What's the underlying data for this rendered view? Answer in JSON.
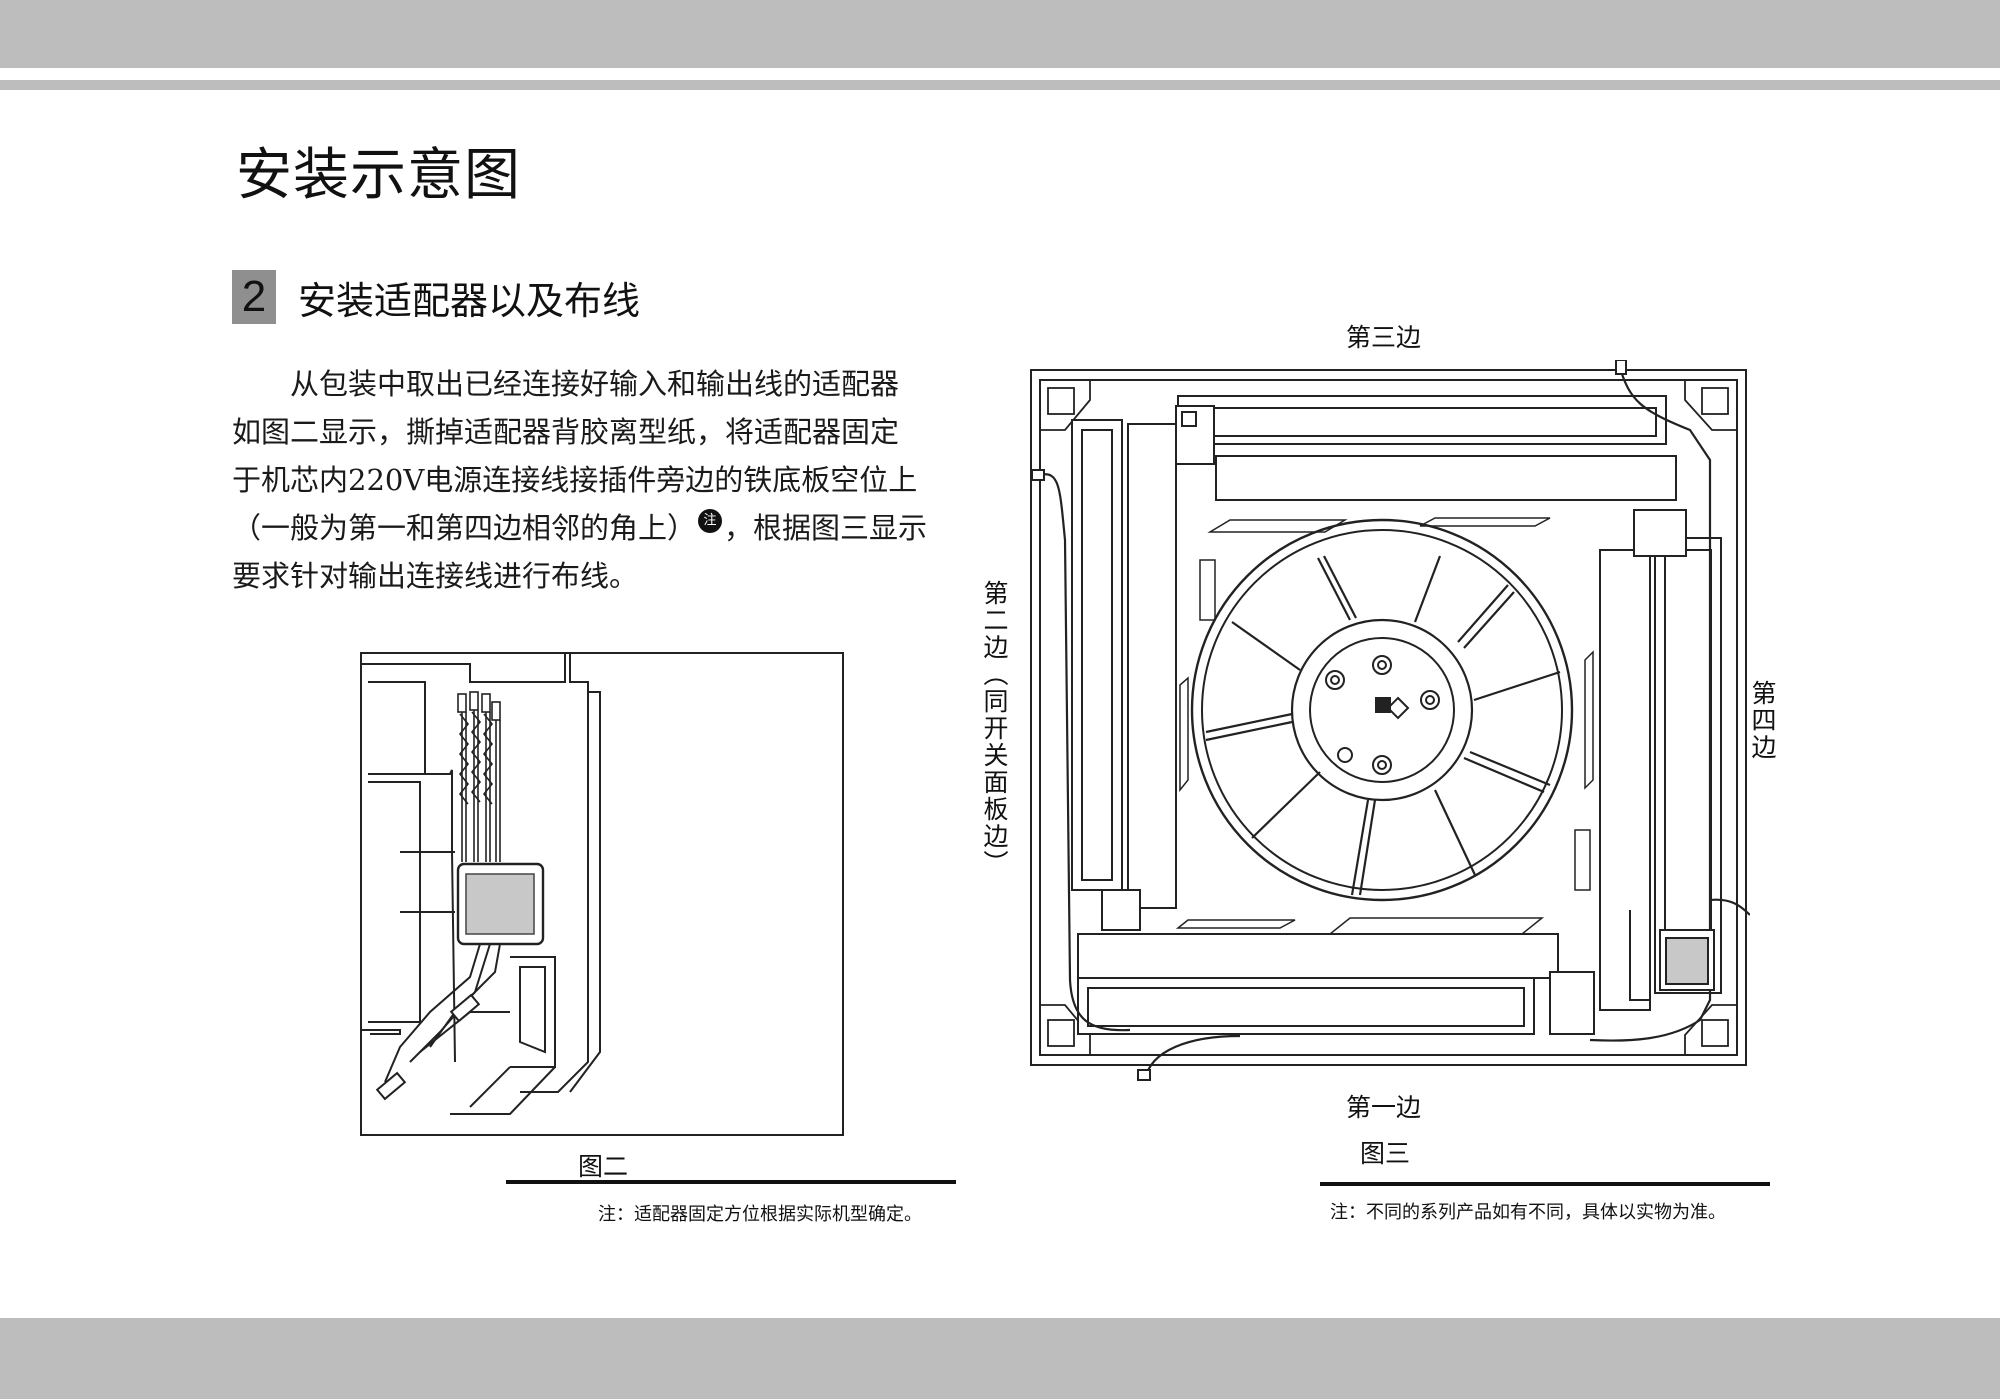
{
  "title": "安装示意图",
  "section": {
    "number": "2",
    "title": "安装适配器以及布线"
  },
  "body": {
    "line1": "从包装中取出已经连接好输入和输出线的适配器",
    "line2": "如图二显示，撕掉适配器背胶离型纸，将适配器固定",
    "line3": "于机芯内220V电源连接线接插件旁边的铁底板空位上",
    "line4a": "（一般为第一和第四边相邻的角上）",
    "note_mark": "注",
    "line4b": "，根据图三显示",
    "line5": "要求针对输出连接线进行布线。"
  },
  "figure2": {
    "caption": "图二",
    "note": "注：适配器固定方位根据实际机型确定。"
  },
  "figure3": {
    "caption": "图三",
    "note": "注：不同的系列产品如有不同，具体以实物为准。",
    "side_labels": {
      "first": "第一边",
      "second": "第二边（同开关面板边）",
      "third": "第三边",
      "fourth": "第四边"
    }
  },
  "colors": {
    "band": "#bdbdbd",
    "badge": "#8f8f8f",
    "adapter": "#c8c8c8"
  }
}
